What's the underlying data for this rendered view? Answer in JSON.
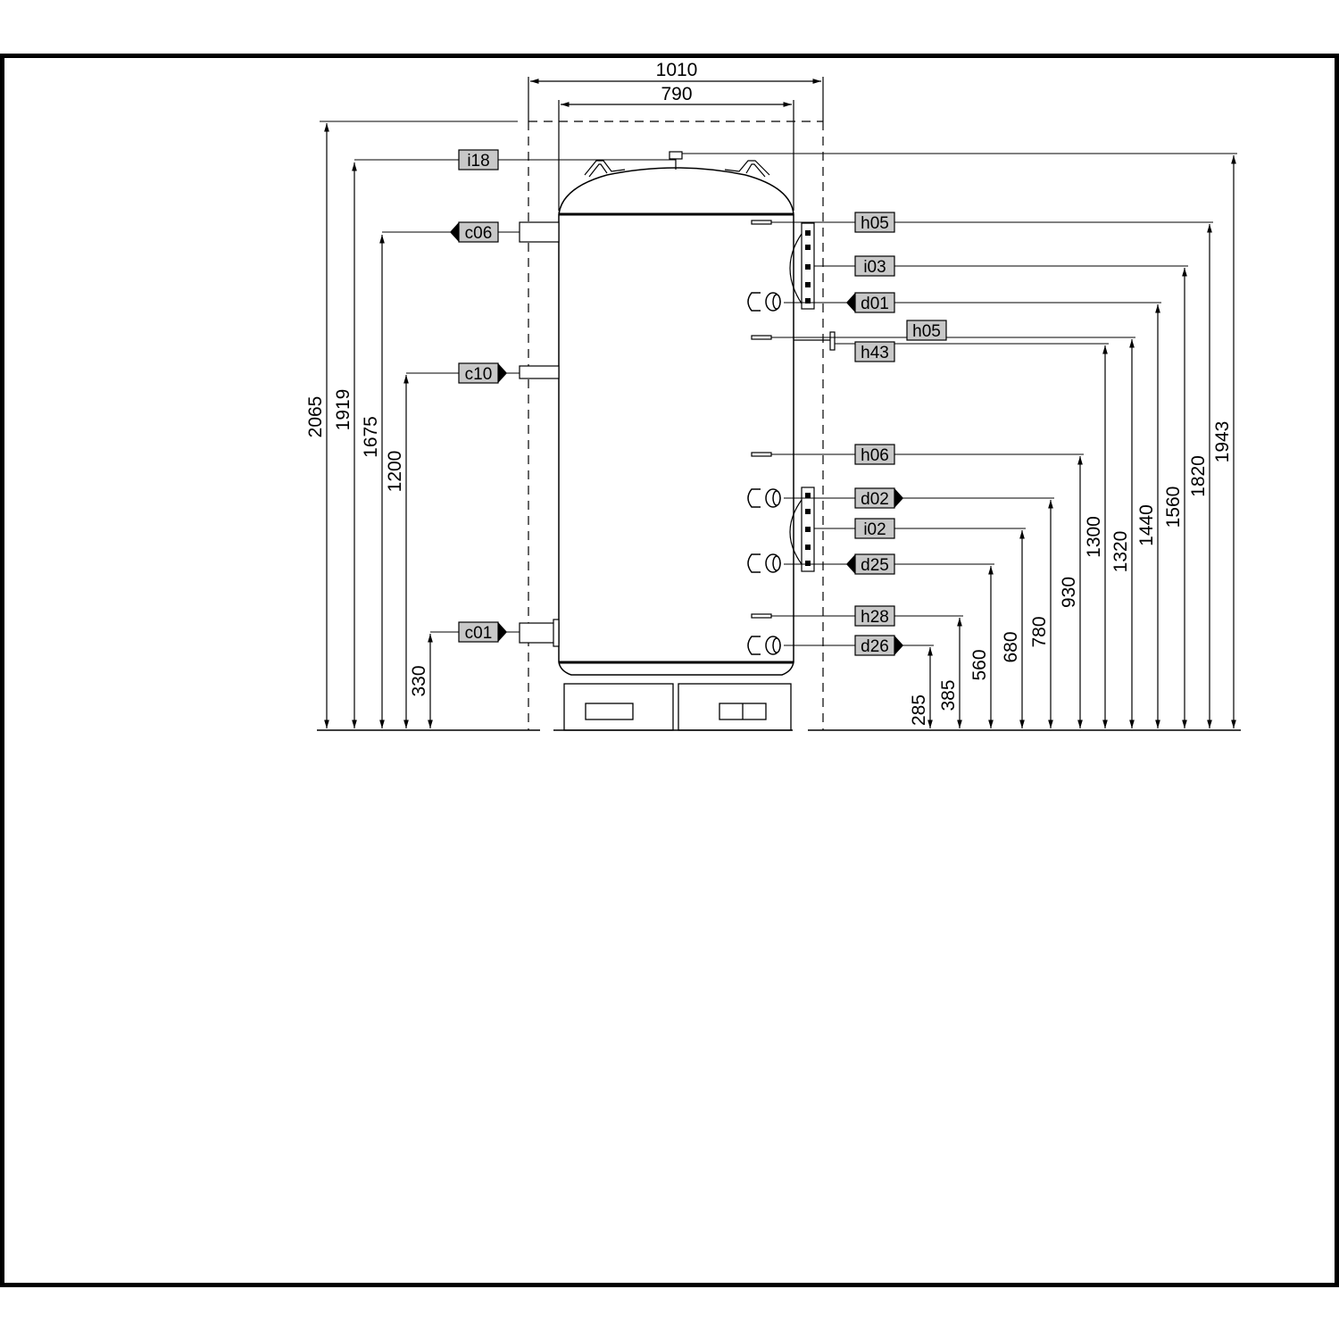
{
  "widths": {
    "outer": "1010",
    "inner": "790"
  },
  "left_heights": [
    "2065",
    "1919",
    "1675",
    "1200",
    "330"
  ],
  "right_heights": [
    "285",
    "385",
    "560",
    "680",
    "780",
    "930",
    "1300",
    "1320",
    "1440",
    "1560",
    "1820",
    "1943"
  ],
  "left_tags": [
    {
      "label": "i18",
      "arrow": "none"
    },
    {
      "label": "c06",
      "arrow": "left"
    },
    {
      "label": "c10",
      "arrow": "right"
    },
    {
      "label": "c01",
      "arrow": "right"
    }
  ],
  "right_tags": [
    {
      "label": "h05",
      "arrow": "none"
    },
    {
      "label": "i03",
      "arrow": "none"
    },
    {
      "label": "d01",
      "arrow": "left"
    },
    {
      "label": "h05",
      "arrow": "none"
    },
    {
      "label": "h43",
      "arrow": "none"
    },
    {
      "label": "h06",
      "arrow": "none"
    },
    {
      "label": "d02",
      "arrow": "right"
    },
    {
      "label": "i02",
      "arrow": "none"
    },
    {
      "label": "d25",
      "arrow": "left"
    },
    {
      "label": "h28",
      "arrow": "none"
    },
    {
      "label": "d26",
      "arrow": "right"
    }
  ]
}
